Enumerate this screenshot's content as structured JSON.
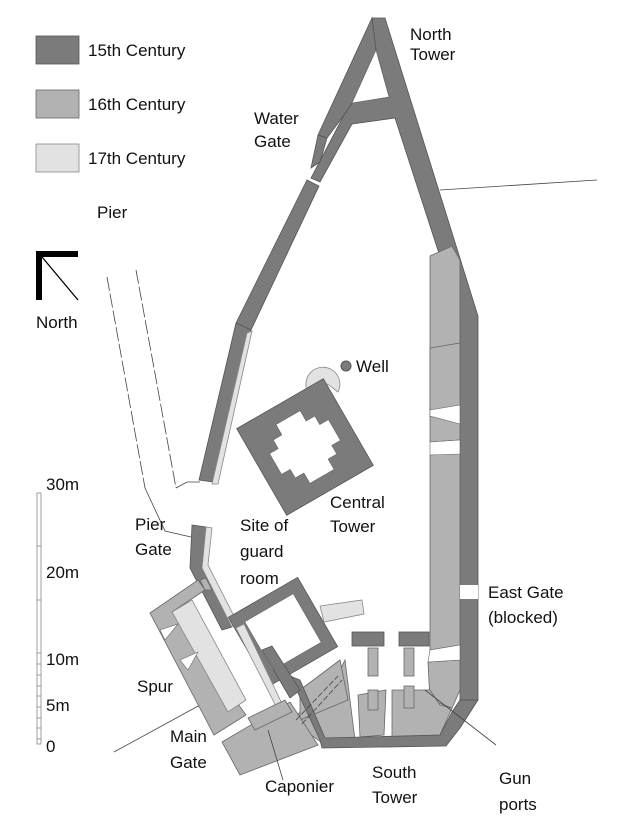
{
  "legend": {
    "items": [
      {
        "label": "15th Century",
        "color": "#7b7b7b"
      },
      {
        "label": "16th Century",
        "color": "#b2b2b2"
      },
      {
        "label": "17th Century",
        "color": "#e2e2e2"
      }
    ]
  },
  "compass": {
    "label": "North"
  },
  "scale": {
    "ticks": [
      "30m",
      "20m",
      "10m",
      "5m",
      "0"
    ]
  },
  "labels": {
    "north_tower": [
      "North",
      "Tower"
    ],
    "water_gate": [
      "Water",
      "Gate"
    ],
    "pier": "Pier",
    "well": "Well",
    "central_tower": [
      "Central",
      "Tower"
    ],
    "pier_gate": [
      "Pier",
      "Gate"
    ],
    "guard_room": [
      "Site of",
      "guard",
      "room"
    ],
    "east_gate": [
      "East Gate",
      "(blocked)"
    ],
    "spur": "Spur",
    "main_gate": [
      "Main",
      "Gate"
    ],
    "caponier": "Caponier",
    "south_tower": [
      "South",
      "Tower"
    ],
    "gun_ports": [
      "Gun",
      "ports"
    ]
  }
}
